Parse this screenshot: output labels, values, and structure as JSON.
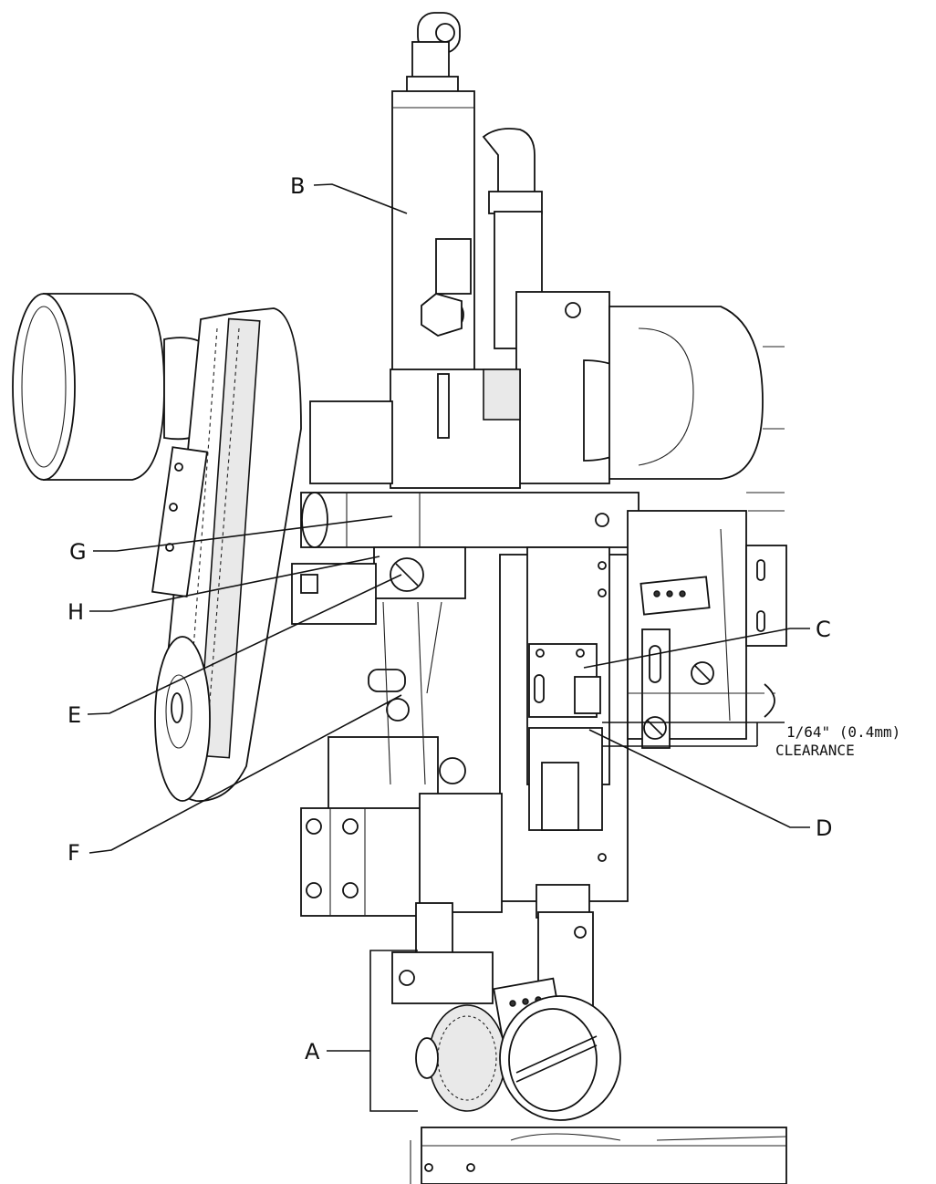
{
  "labels": {
    "a": "A",
    "b": "B",
    "c": "C",
    "d": "D",
    "e": "E",
    "f": "F",
    "g": "G",
    "h": "H"
  },
  "clearance_note": {
    "line1": "1/64\" (0.4mm)",
    "line2": "CLEARANCE"
  }
}
